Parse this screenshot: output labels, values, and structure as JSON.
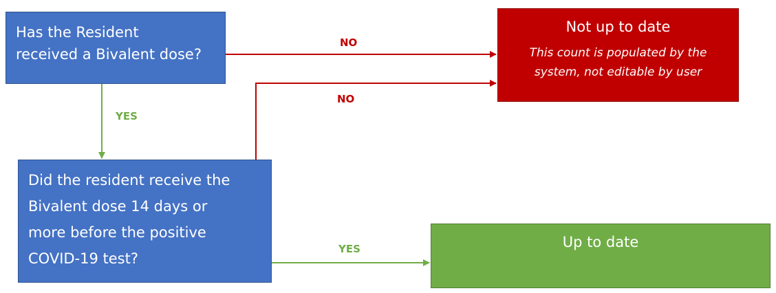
{
  "nodes": {
    "q1": {
      "text": "Has the Resident\nreceived a Bivalent dose?"
    },
    "q2": {
      "text": "Did the resident receive the\nBivalent dose 14 days or\nmore before the positive\nCOVID-19 test?"
    },
    "not_up_to_date": {
      "title": "Not up to date",
      "note": "This count is populated by the\nsystem, not editable by user"
    },
    "up_to_date": {
      "title": "Up to date"
    }
  },
  "edges": {
    "q1_no": "NO",
    "q2_no": "NO",
    "q1_yes": "YES",
    "q2_yes": "YES"
  },
  "colors": {
    "question_box": "#4472c4",
    "not_up_to_date_box": "#c00000",
    "up_to_date_box": "#70ad47",
    "no_arrow": "#c00000",
    "yes_arrow": "#70ad47"
  }
}
